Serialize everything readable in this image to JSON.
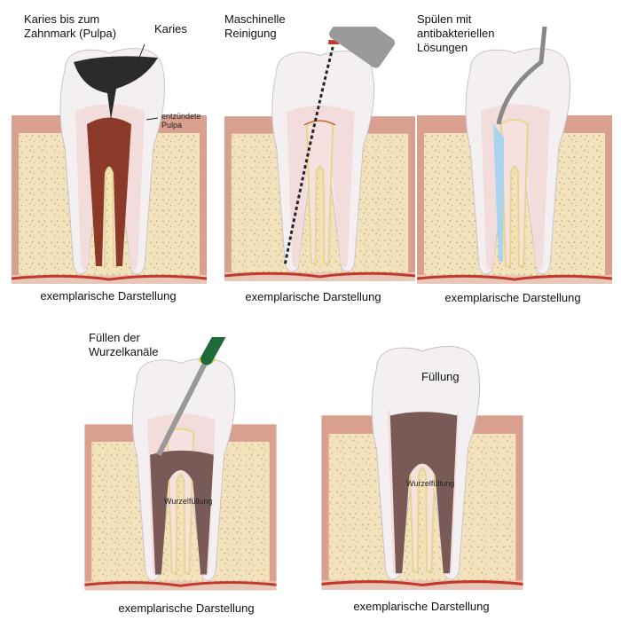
{
  "panels": [
    {
      "title_lines": [
        "Karies bis zum",
        "Zahnmark (Pulpa)"
      ],
      "labels": {
        "caries": "Karies",
        "pulp_lines": [
          "entzündete",
          "Pulpa"
        ]
      },
      "caption": "exemplarische Darstellung"
    },
    {
      "title_lines": [
        "Maschinelle",
        "Reinigung"
      ],
      "caption": "exemplarische Darstellung"
    },
    {
      "title_lines": [
        "Spülen mit",
        "antibakteriellen",
        "Lösungen"
      ],
      "caption": "exemplarische Darstellung"
    },
    {
      "title_lines": [
        "Füllen der",
        "Wurzelkanäle"
      ],
      "labels": {
        "root_filling": "Wurzelfüllung"
      },
      "caption": "exemplarische Darstellung"
    },
    {
      "labels": {
        "filling": "Füllung",
        "root_filling": "Wurzelfüllung"
      },
      "caption": "exemplarische Darstellung"
    }
  ],
  "colors": {
    "gum": "#d9a08f",
    "bone": "#f3e3bd",
    "blood": "#c0392b",
    "pulp": "#8b3a2a",
    "filling": "#7a5a57",
    "caries": "#2b2b2b",
    "file_green": "#1e6b3a",
    "rinse": "#a8d4f0"
  }
}
